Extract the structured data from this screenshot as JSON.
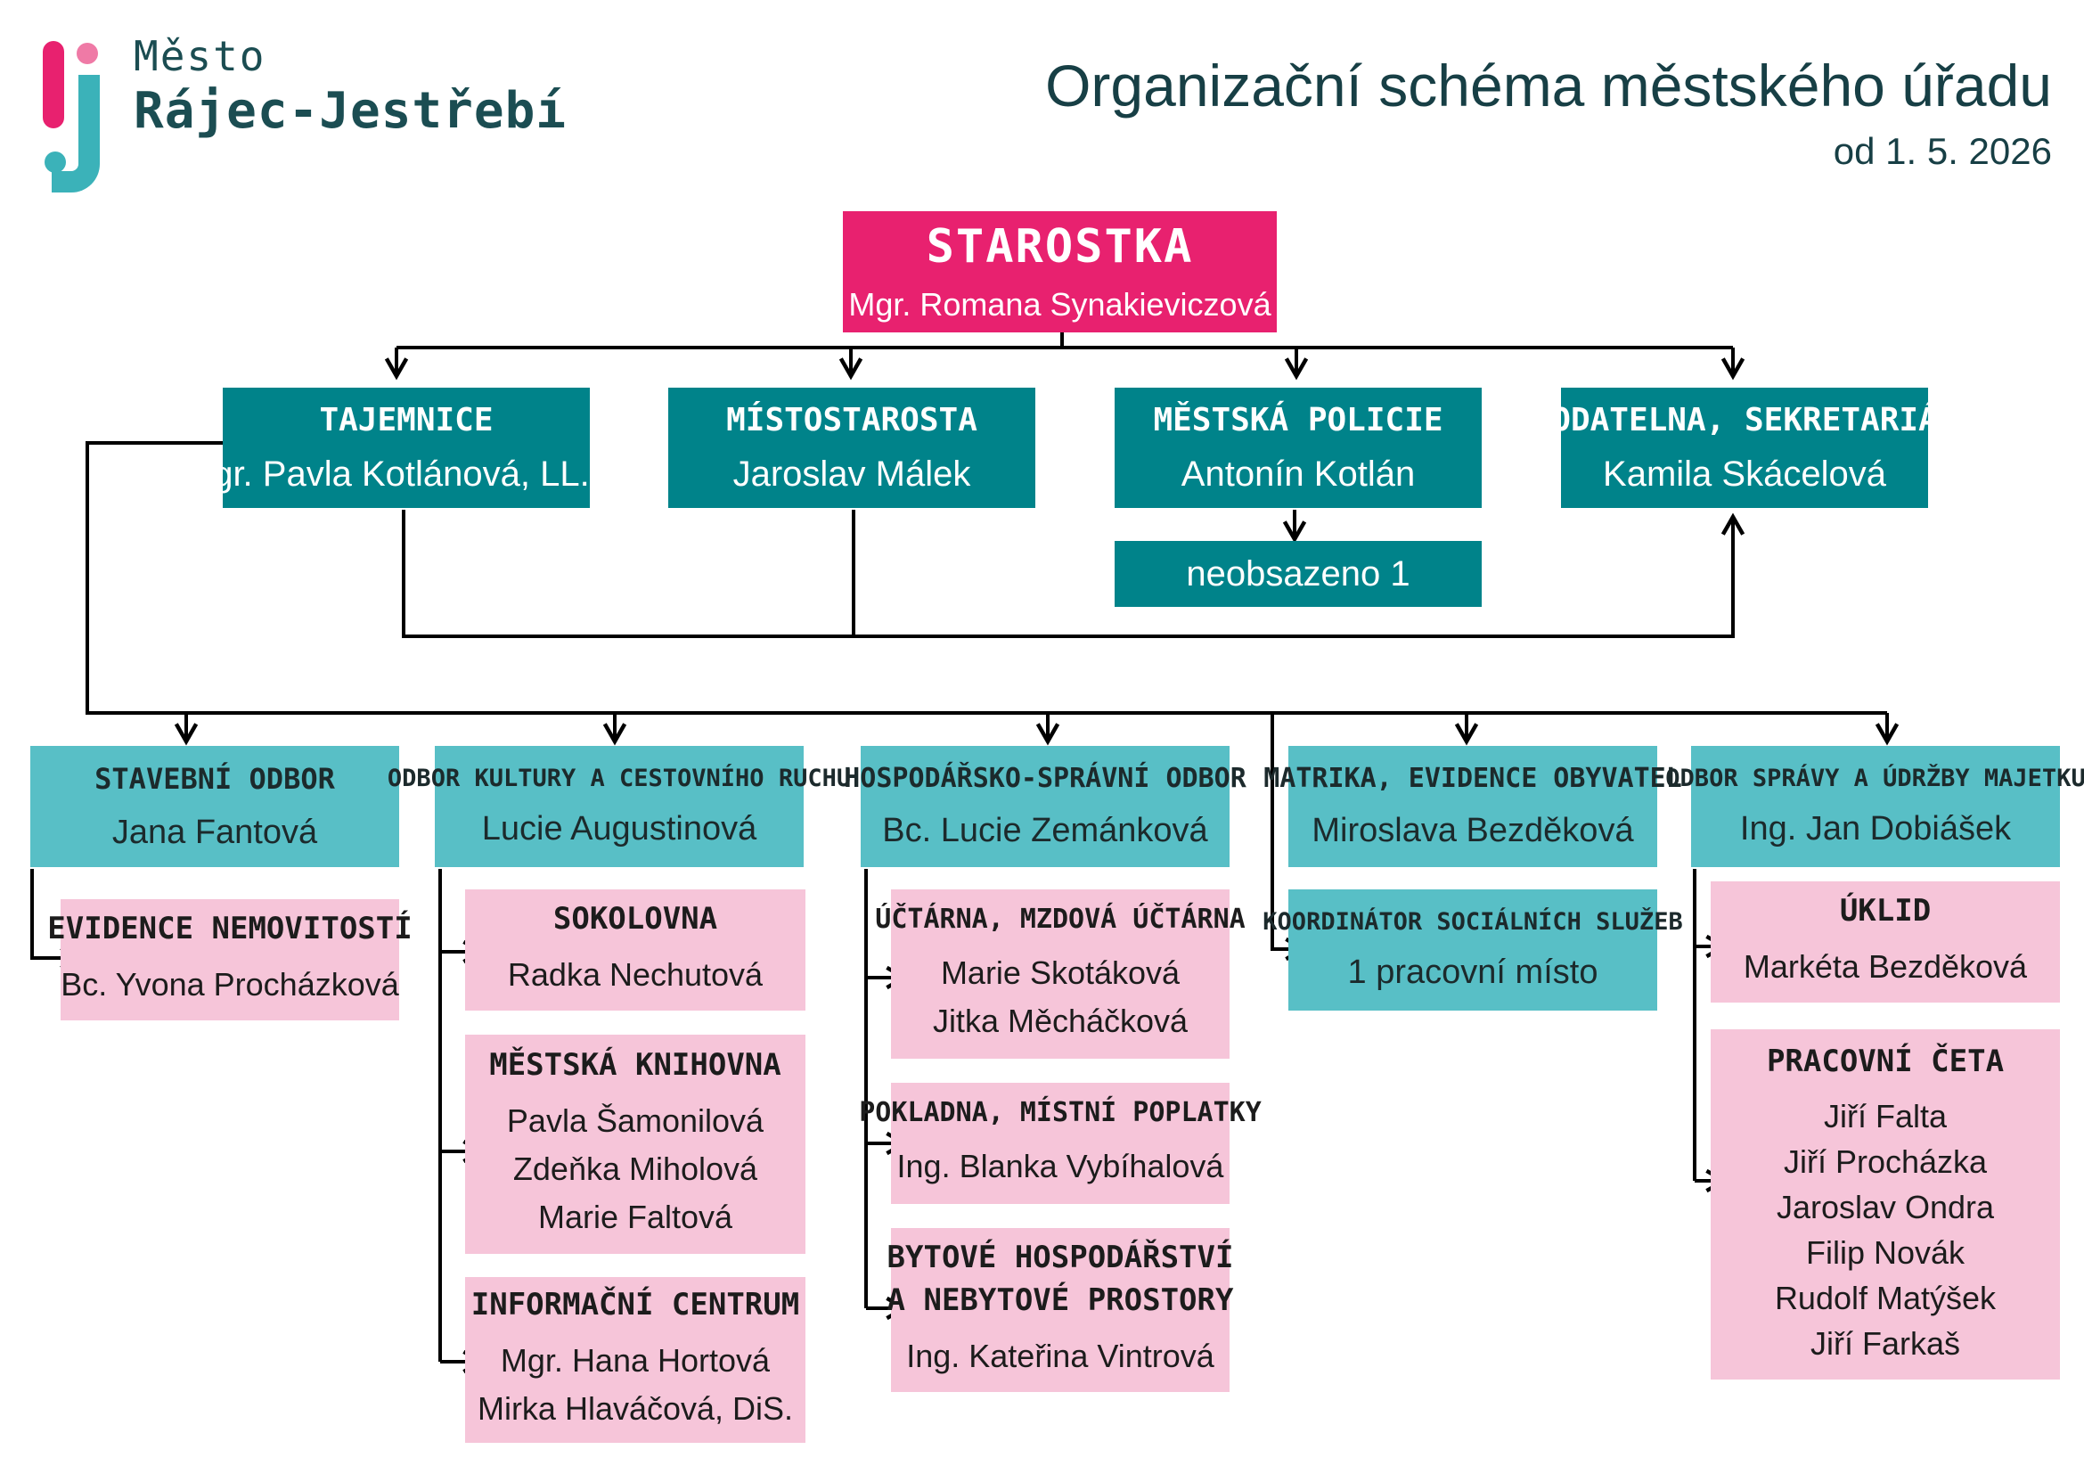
{
  "logo": {
    "line1": "Město",
    "line2": "Rájec-Jestřebí",
    "colors": {
      "pink": "#e8216f",
      "teal": "#3bb2b9",
      "dark": "#1b4d52"
    }
  },
  "title": "Organizační schéma městského úřadu",
  "subtitle": "od 1. 5. 2026",
  "colors": {
    "magenta": "#e8216f",
    "teal": "#00838a",
    "light_teal": "#58bfc6",
    "pink": "#f6c5d9"
  },
  "top": {
    "heading": "STAROSTKA",
    "name": "Mgr. Romana Synakieviczová"
  },
  "level2": [
    {
      "heading": "TAJEMNICE",
      "name": "Mgr. Pavla Kotlánová, LL.M."
    },
    {
      "heading": "MÍSTOSTAROSTA",
      "name": "Jaroslav Málek"
    },
    {
      "heading": "MĚSTSKÁ POLICIE",
      "name": "Antonín Kotlán"
    },
    {
      "heading": "PODATELNA, SEKRETARIÁT",
      "name": "Kamila Skácelová"
    }
  ],
  "police_sub": "neobsazeno 1",
  "departments": [
    {
      "heading": "STAVEBNÍ ODBOR",
      "name": "Jana Fantová"
    },
    {
      "heading": "ODBOR KULTURY A CESTOVNÍHO RUCHU",
      "name": "Lucie Augustinová"
    },
    {
      "heading": "HOSPODÁŘSKO-SPRÁVNÍ ODBOR",
      "name": "Bc. Lucie Zemánková"
    },
    {
      "heading": "MATRIKA, EVIDENCE OBYVATEL",
      "name": "Miroslava Bezděková"
    },
    {
      "heading": "ODBOR SPRÁVY A ÚDRŽBY MAJETKU",
      "name": "Ing. Jan Dobiášek"
    }
  ],
  "units": {
    "evidence": {
      "heading": "EVIDENCE NEMOVITOSTÍ",
      "people": [
        "Bc. Yvona Procházková"
      ]
    },
    "sokolovna": {
      "heading": "SOKOLOVNA",
      "people": [
        "Radka Nechutová"
      ]
    },
    "knihovna": {
      "heading": "MĚSTSKÁ KNIHOVNA",
      "people": [
        "Pavla Šamonilová",
        "Zdeňka Miholová",
        "Marie Faltová"
      ]
    },
    "ic": {
      "heading": "INFORMAČNÍ CENTRUM",
      "people": [
        "Mgr. Hana Hortová",
        "Mirka Hlaváčová, DiS."
      ]
    },
    "uctarna": {
      "heading": "ÚČTÁRNA, MZDOVÁ ÚČTÁRNA",
      "people": [
        "Marie Skotáková",
        "Jitka Měcháčková"
      ]
    },
    "pokladna": {
      "heading": "POKLADNA, MÍSTNÍ POPLATKY",
      "people": [
        "Ing. Blanka Vybíhalová"
      ]
    },
    "bytove": {
      "heading1": "BYTOVÉ HOSPODÁŘSTVÍ",
      "heading2": "A NEBYTOVÉ PROSTORY",
      "people": [
        "Ing. Kateřina Vintrová"
      ]
    },
    "koordinator": {
      "heading": "KOORDINÁTOR SOCIÁLNÍCH SLUŽEB",
      "name": "1 pracovní místo"
    },
    "uklid": {
      "heading": "ÚKLID",
      "people": [
        "Markéta Bezděková"
      ]
    },
    "ceta": {
      "heading": "PRACOVNÍ ČETA",
      "people": [
        "Jiří Falta",
        "Jiří Procházka",
        "Jaroslav Ondra",
        "Filip Novák",
        "Rudolf Matýšek",
        "Jiří Farkaš"
      ]
    }
  }
}
